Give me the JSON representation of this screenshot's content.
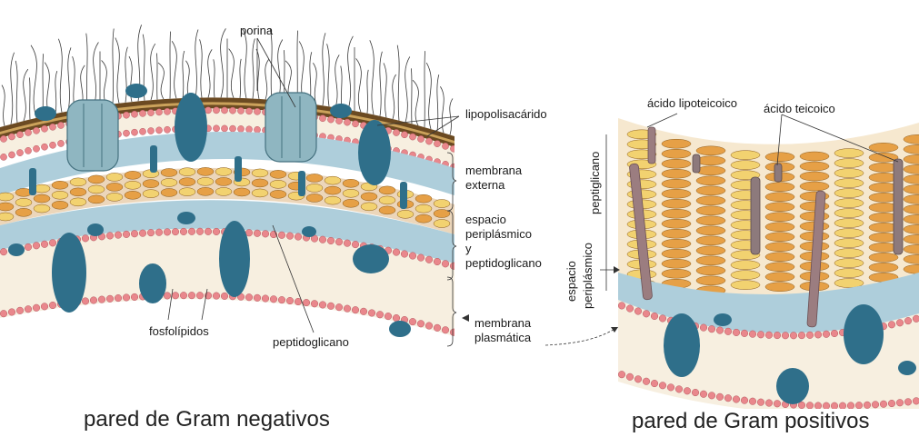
{
  "colors": {
    "protein_dark": "#2f6f8a",
    "protein_light": "#8fb6c1",
    "head": "#e9878c",
    "peptidoglycan_light": "#f2d270",
    "peptidoglycan_orange": "#e6a046",
    "periplasm": "#aecedb",
    "lps": "#6b4a22",
    "teichoic": "#9b7d80"
  },
  "gram_negative": {
    "caption": "pared de Gram negativos",
    "labels": {
      "porina": "porina",
      "lipopolisacarido": "lipopolisacárido",
      "membrana_externa_1": "membrana",
      "membrana_externa_2": "externa",
      "espacio_1": "espacio",
      "espacio_2": "periplásmico",
      "espacio_3": "y",
      "espacio_4": "peptidoglicano",
      "membrana_plasmatica_1": "membrana",
      "membrana_plasmatica_2": "plasmática",
      "fosfolipidos": "fosfolípidos",
      "peptidoglicano": "peptidoglicano"
    }
  },
  "gram_positive": {
    "caption": "pared de Gram positivos",
    "labels": {
      "acido_lipoteicoico": "ácido lipoteicoico",
      "acido_teicoico": "ácido teicoico",
      "peptidoglicano": "peptiglicano",
      "espacio_1": "espacio",
      "espacio_2": "periplásmico"
    }
  }
}
